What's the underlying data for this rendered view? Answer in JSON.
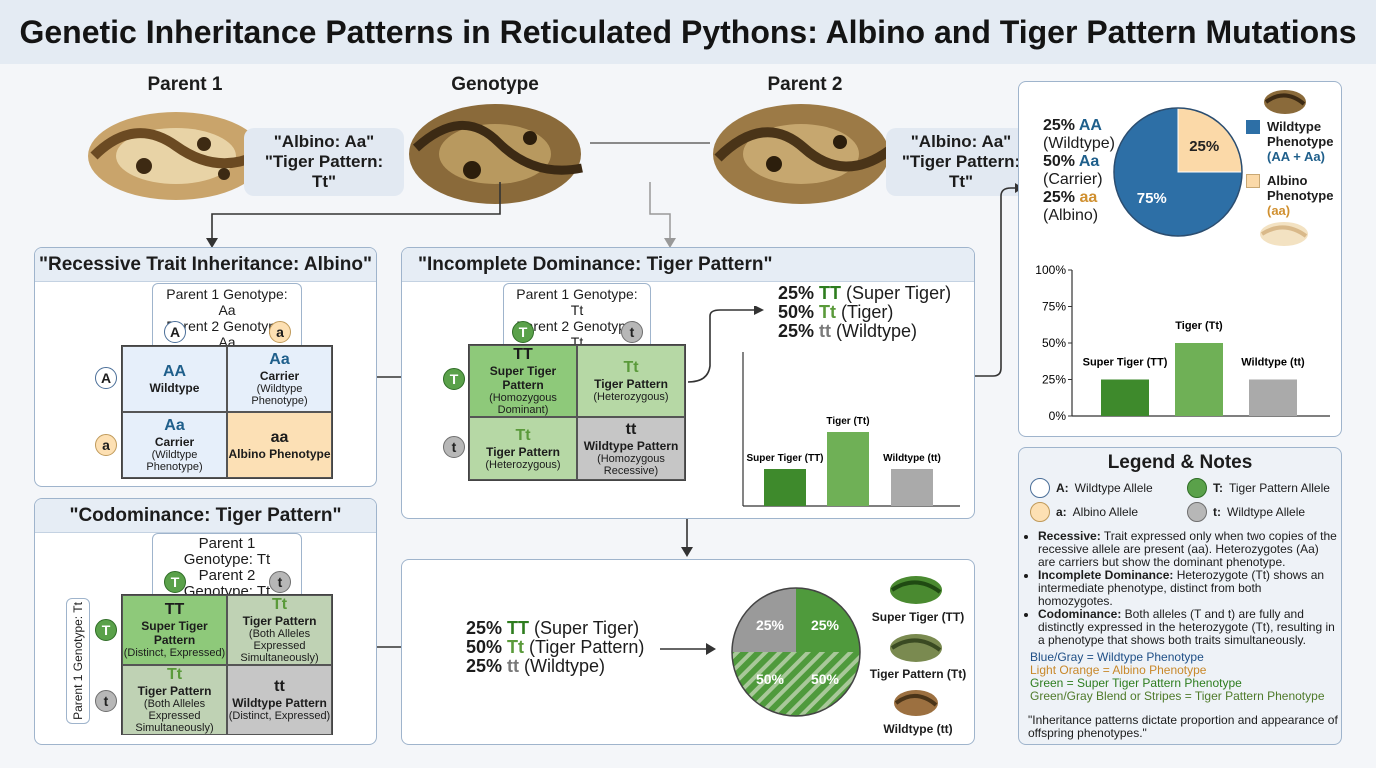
{
  "title": "Genetic Inheritance Patterns in Reticulated Pythons: Albino and Tiger Pattern Mutations",
  "top": {
    "parent1": "Parent 1",
    "genotype": "Genotype",
    "parent2": "Parent 2",
    "g1_line1": "\"Albino: Aa\"",
    "g1_line2": "\"Tiger Pattern: Tt\"",
    "g2_line1": "\"Albino: Aa\"",
    "g2_line2": "\"Tiger Pattern: Tt\""
  },
  "recessive": {
    "title": "\"Recessive Trait Inheritance: Albino\"",
    "p1": "Parent 1 Genotype: Aa",
    "p2": "Parent 2 Genotype: Aa",
    "col": [
      "A",
      "a"
    ],
    "row": [
      "A",
      "a"
    ],
    "cells": [
      {
        "g": "AA",
        "t": "Wildtype",
        "s": ""
      },
      {
        "g": "Aa",
        "t": "Carrier",
        "s": "(Wildtype Phenotype)"
      },
      {
        "g": "Aa",
        "t": "Carrier",
        "s": "(Wildtype Phenotype)"
      },
      {
        "g": "aa",
        "t": "Albino Phenotype",
        "s": ""
      }
    ]
  },
  "incomplete": {
    "title": "\"Incomplete Dominance: Tiger Pattern\"",
    "p1": "Parent 1 Genotype: Tt",
    "p2": "Parent 2 Genotype: Tt",
    "col": [
      "T",
      "t"
    ],
    "row": [
      "T",
      "t"
    ],
    "cells": [
      {
        "g": "TT",
        "t": "Super Tiger Pattern",
        "s": "(Homozygous Dominant)"
      },
      {
        "g": "Tt",
        "t": "Tiger Pattern",
        "s": "(Heterozygous)"
      },
      {
        "g": "Tt",
        "t": "Tiger Pattern",
        "s": "(Heterozygous)"
      },
      {
        "g": "tt",
        "t": "Wildtype Pattern",
        "s": "(Homozygous Recessive)"
      }
    ],
    "r1p": "25% ",
    "r1g": "TT",
    "r1t": " (Super Tiger)",
    "r2p": "50% ",
    "r2g": "Tt",
    "r2t": " (Tiger)",
    "r3p": "25% ",
    "r3g": "tt",
    "r3t": " (Wildtype)"
  },
  "codominance": {
    "title": "\"Codominance: Tiger Pattern\"",
    "p1": "Parent 1 Genotype: Tt",
    "p2": "Parent 2 Genotype: Tt",
    "side": "Parent 1 Genotype: Tt",
    "col": [
      "T",
      "t"
    ],
    "row": [
      "T",
      "t"
    ],
    "cells": [
      {
        "g": "TT",
        "t": "Super Tiger Pattern",
        "s": "(Distinct, Expressed)"
      },
      {
        "g": "Tt",
        "t": "Tiger Pattern",
        "s": "(Both Alleles Expressed Simultaneously)"
      },
      {
        "g": "Tt",
        "t": "Tiger Pattern",
        "s": "(Both Alleles Expressed Simultaneously)"
      },
      {
        "g": "tt",
        "t": "Wildtype Pattern",
        "s": "(Distinct, Expressed)"
      }
    ],
    "r1p": "25% ",
    "r1g": "TT",
    "r1t": " (Super Tiger)",
    "r2p": "50% ",
    "r2g": "Tt",
    "r2t": " (Tiger Pattern)",
    "r3p": "25% ",
    "r3g": "tt",
    "r3t": " (Wildtype)",
    "pie_labels": [
      "25%",
      "25%",
      "50%",
      "50%"
    ],
    "snake_labels": [
      "Super Tiger (TT)",
      "Tiger Pattern (Tt)",
      "Wildtype (tt)"
    ]
  },
  "albino_summary": {
    "l1p": "25% ",
    "l1g": "AA",
    "l1t": "(Wildtype)",
    "l2p": "50% ",
    "l2g": "Aa",
    "l2t": "(Carrier)",
    "l3p": "25% ",
    "l3g": "aa",
    "l3t": "(Albino)",
    "leg1a": "Wildtype",
    "leg1b": "Phenotype",
    "leg1c": "(AA + Aa)",
    "leg2a": "Albino",
    "leg2b": "Phenotype",
    "leg2c": "(aa)"
  },
  "chart_data": [
    {
      "type": "pie",
      "values": [
        25,
        75
      ],
      "labels": [
        "25%",
        "75%"
      ],
      "categories": [
        "Albino Phenotype (aa)",
        "Wildtype Phenotype (AA + Aa)"
      ],
      "colors": [
        "#fbd9a8",
        "#2d6fa6"
      ]
    },
    {
      "type": "bar",
      "categories": [
        "Super Tiger (TT)",
        "Tiger (Tt)",
        "Wildtype (tt)"
      ],
      "values": [
        25,
        50,
        25
      ],
      "ylim": [
        0,
        100
      ],
      "yticks": [
        "100%",
        "75%",
        "50%",
        "25%",
        "0%"
      ],
      "colors": [
        "#3e8a2c",
        "#6fb056",
        "#aaaaaa"
      ]
    },
    {
      "type": "bar",
      "categories": [
        "Super Tiger (TT)",
        "Tiger (Tt)",
        "Wildtype (tt)"
      ],
      "values": [
        25,
        50,
        25
      ],
      "ylim": [
        0,
        100
      ],
      "colors": [
        "#3e8a2c",
        "#6fb056",
        "#aaaaaa"
      ]
    }
  ],
  "legend": {
    "title": "Legend & Notes",
    "a1": "A:",
    "a1t": " Wildtype Allele",
    "a2": "a:",
    "a2t": " Albino Allele",
    "a3": "T:",
    "a3t": " Tiger Pattern Allele",
    "a4": "t:",
    "a4t": " Wildtype Allele",
    "n1b": "Recessive:",
    "n1": " Trait expressed only when two copies of the recessive allele are present (aa). Heterozygotes (Aa) are carriers but show the dominant phenotype.",
    "n2b": "Incomplete Dominance:",
    "n2": " Heterozygote (Tt) shows an intermediate phenotype, distinct from both homozygotes.",
    "n3b": "Codominance:",
    "n3": " Both alleles (T and t) are fully and distinctly expressed in the heterozygote (Tt), resulting in a phenotype that shows both traits simultaneously.",
    "c1": "Blue/Gray = Wildtype Phenotype",
    "c2": "Light Orange = Albino Phenotype",
    "c3": "Green = Super Tiger Pattern Phenotype",
    "c4": "Green/Gray Blend or Stripes = Tiger Pattern Phenotype",
    "quote": "\"Inheritance patterns dictate proportion and appearance of offspring phenotypes.\""
  }
}
